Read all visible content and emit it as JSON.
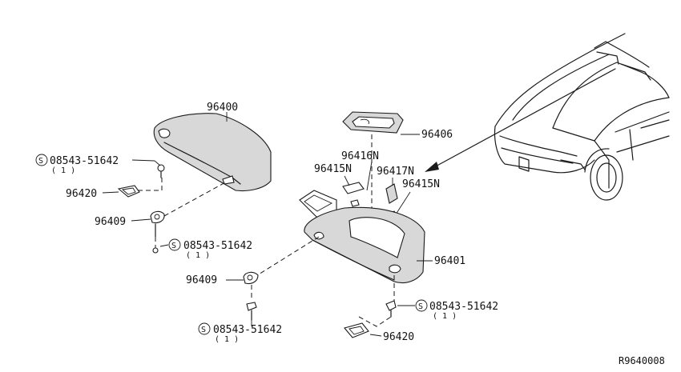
{
  "parts": {
    "visor_lh": "96400",
    "visor_rh": "96401",
    "mirror_lid": "96406",
    "holder_lh_1": "96409",
    "holder_lh_2": "96409",
    "clip_1": "96420",
    "clip_2": "96420",
    "lamp": "96416N",
    "cover_left": "96415N",
    "cover_right": "96415N",
    "lens": "96417N"
  },
  "screws": [
    {
      "symbol": "S",
      "number": "08543-51642",
      "qty": "( 1 )"
    },
    {
      "symbol": "S",
      "number": "08543-51642",
      "qty": "( 1 )"
    },
    {
      "symbol": "S",
      "number": "08543-51642",
      "qty": "( 1 )"
    },
    {
      "symbol": "S",
      "number": "08543-51642",
      "qty": "( 1 )"
    }
  ],
  "reference_code": "R9640008"
}
